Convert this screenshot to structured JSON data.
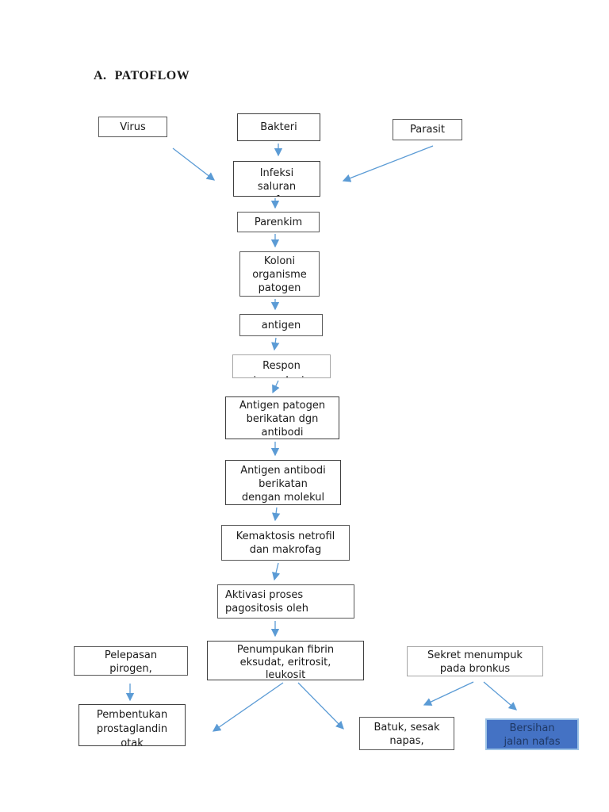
{
  "page": {
    "title_prefix": "A.",
    "title": "PATOFLOW"
  },
  "colors": {
    "arrow": "#5b9bd5",
    "box_border": "#595959",
    "highlight_fill": "#4472c4",
    "highlight_border": "#9dc3e6",
    "highlight_text": "#1f3864"
  },
  "nodes": {
    "virus": {
      "lines": [
        "Virus"
      ]
    },
    "bakteri": {
      "lines": [
        "Bakteri"
      ]
    },
    "parasit": {
      "lines": [
        "Parasit"
      ]
    },
    "infeksi": {
      "lines": [
        "Infeksi",
        "saluran",
        "nafas"
      ]
    },
    "parenkim": {
      "lines": [
        "Parenkim"
      ]
    },
    "koloni": {
      "lines": [
        "Koloni",
        "organisme",
        "patogen"
      ]
    },
    "antigen": {
      "lines": [
        "antigen"
      ]
    },
    "respon": {
      "lines": [
        "Respon",
        "imunologis"
      ]
    },
    "antigen_patogen": {
      "lines": [
        "Antigen patogen",
        "berikatan dgn",
        "antibodi"
      ]
    },
    "antigen_antibodi": {
      "lines": [
        "Antigen antibodi",
        "berikatan",
        "dengan molekul"
      ]
    },
    "kemaktosis": {
      "lines": [
        "Kemaktosis netrofil",
        "dan makrofag"
      ]
    },
    "aktivasi": {
      "lines": [
        "Aktivasi proses",
        "pagositosis oleh"
      ]
    },
    "penumpukan": {
      "lines": [
        "Penumpukan fibrin",
        "eksudat, eritrosit,",
        "leukosit"
      ]
    },
    "pelepasan": {
      "lines": [
        "Pelepasan",
        "pirogen,"
      ]
    },
    "pembentukan": {
      "lines": [
        "Pembentukan",
        "prostaglandin",
        "otak"
      ]
    },
    "sekret": {
      "lines": [
        "Sekret menumpuk",
        "pada bronkus"
      ]
    },
    "batuk": {
      "lines": [
        "Batuk, sesak",
        "napas,"
      ]
    },
    "bersihan": {
      "lines": [
        "Bersihan",
        "jalan nafas"
      ]
    }
  }
}
